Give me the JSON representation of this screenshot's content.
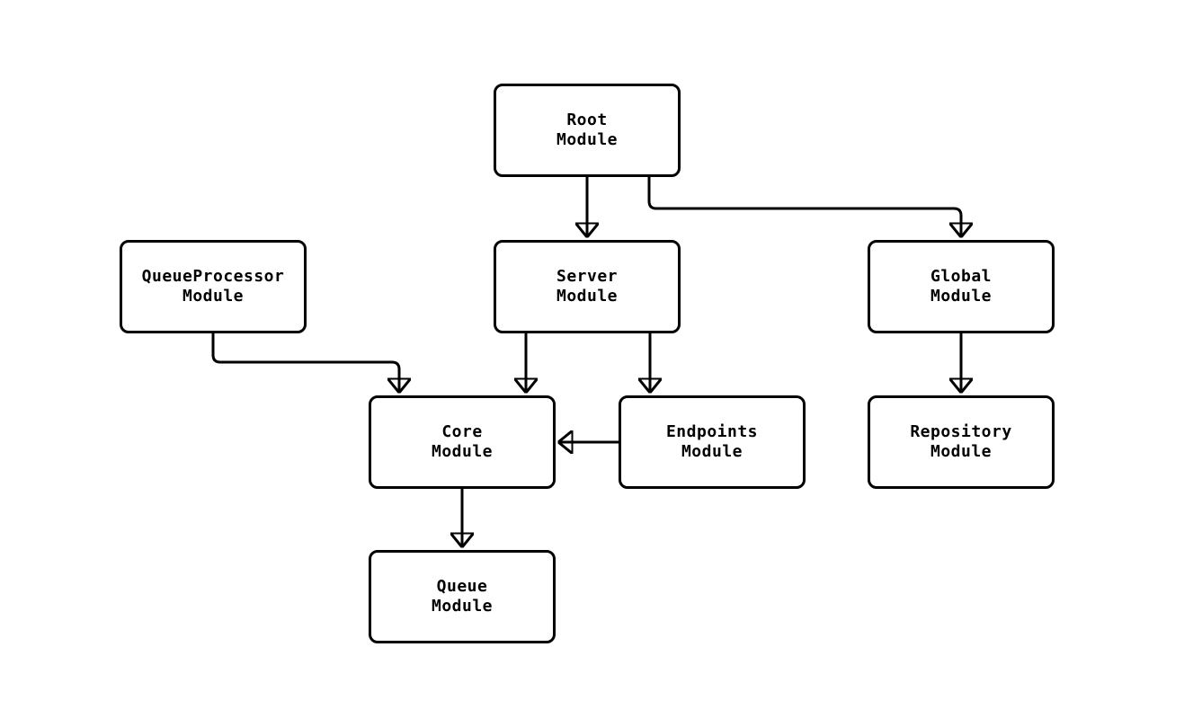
{
  "diagram": {
    "type": "module-dependency-graph",
    "nodes": [
      {
        "id": "root",
        "label": "Root\nModule"
      },
      {
        "id": "queueprocessor",
        "label": "QueueProcessor\nModule"
      },
      {
        "id": "server",
        "label": "Server\nModule"
      },
      {
        "id": "global",
        "label": "Global\nModule"
      },
      {
        "id": "core",
        "label": "Core\nModule"
      },
      {
        "id": "endpoints",
        "label": "Endpoints\nModule"
      },
      {
        "id": "repository",
        "label": "Repository\nModule"
      },
      {
        "id": "queue",
        "label": "Queue\nModule"
      }
    ],
    "edges": [
      {
        "from": "root",
        "to": "server"
      },
      {
        "from": "root",
        "to": "global"
      },
      {
        "from": "queueprocessor",
        "to": "core"
      },
      {
        "from": "server",
        "to": "core"
      },
      {
        "from": "server",
        "to": "endpoints"
      },
      {
        "from": "endpoints",
        "to": "core"
      },
      {
        "from": "global",
        "to": "repository"
      },
      {
        "from": "core",
        "to": "queue"
      }
    ],
    "colors": {
      "background": "#ffffff",
      "node_fill": "#ffffff",
      "stroke": "#000000",
      "text": "#000000"
    }
  }
}
